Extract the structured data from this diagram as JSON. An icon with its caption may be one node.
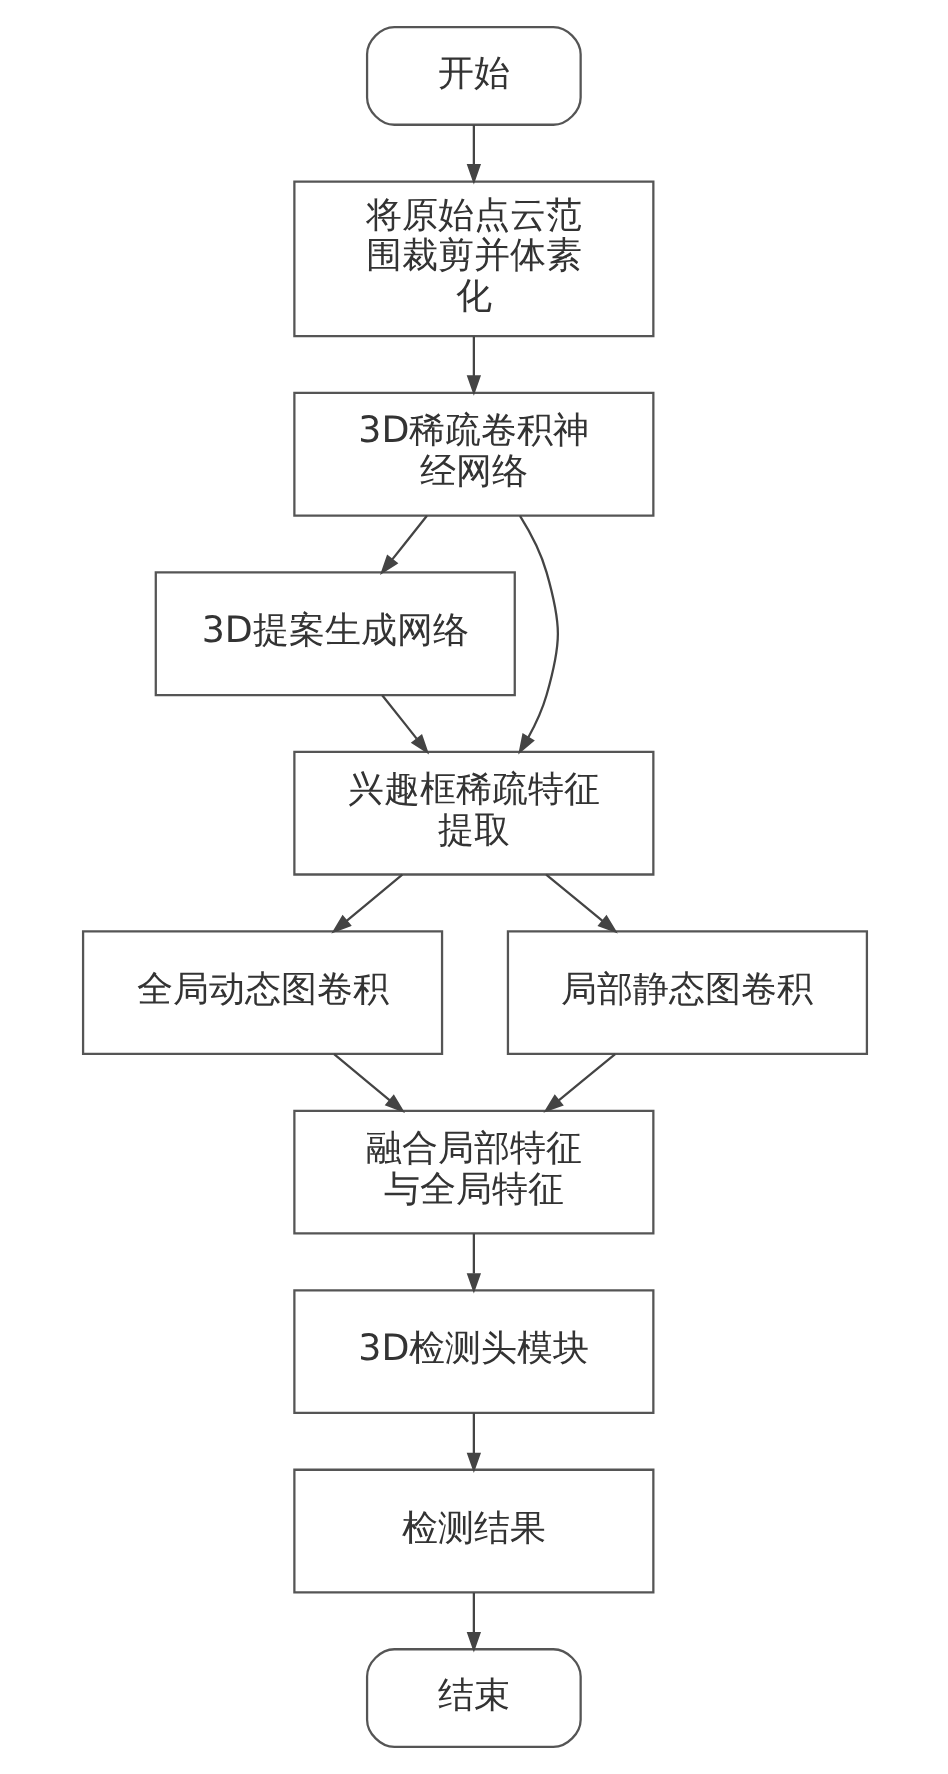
{
  "diagram": {
    "nodes": [
      {
        "text": [
          "开始"
        ]
      },
      {
        "text": [
          "将原始点云范围裁剪并体素化"
        ]
      },
      {
        "text": [
          "3D稀疏卷积神经网络"
        ]
      },
      {
        "text": [
          "3D提案生成网络"
        ]
      },
      {
        "text": [
          "兴趣框稀疏特征提取"
        ]
      },
      {
        "text": [
          "全局动态图卷积"
        ]
      },
      {
        "text": [
          "局部静态图卷积"
        ]
      },
      {
        "text": [
          "融合局部特征与全局特征"
        ]
      },
      {
        "text": [
          "3D检测头模块"
        ]
      },
      {
        "text": [
          "检测结果"
        ]
      },
      {
        "text": [
          "结束"
        ]
      }
    ],
    "edges": [
      {
        "from": 0,
        "to": 1,
        "arrow": "to"
      },
      {
        "from": 1,
        "to": 2,
        "arrow": "to"
      },
      {
        "from": 2,
        "to": 3,
        "arrow": "to"
      },
      {
        "from": 2,
        "to": 4,
        "arrow": "to"
      },
      {
        "from": 3,
        "to": 4,
        "arrow": "to"
      },
      {
        "from": 4,
        "to": 5,
        "arrow": "to"
      },
      {
        "from": 4,
        "to": 6,
        "arrow": "to"
      },
      {
        "from": 5,
        "to": 7,
        "arrow": "to"
      },
      {
        "from": 6,
        "to": 7,
        "arrow": "to"
      },
      {
        "from": 7,
        "to": 8,
        "arrow": "to"
      },
      {
        "from": 8,
        "to": 9,
        "arrow": "to"
      },
      {
        "from": 9,
        "to": 10,
        "arrow": "to"
      }
    ]
  }
}
